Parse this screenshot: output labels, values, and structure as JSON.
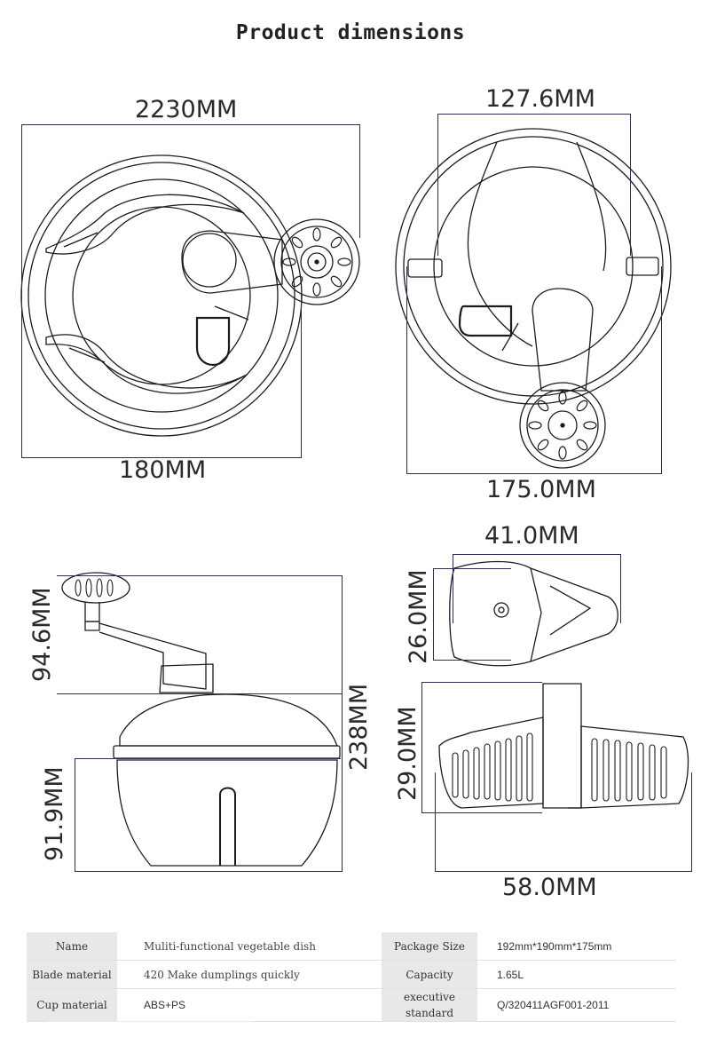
{
  "title": "Product dimensions",
  "dimensions": {
    "top_width": "2230MM",
    "top_bottom": "180MM",
    "right_top": "127.6MM",
    "right_bottom": "175.0MM",
    "side_handle": "94.6MM",
    "side_total": "238MM",
    "side_bowl": "91.9MM",
    "blade_width": "41.0MM",
    "blade_height": "26.0MM",
    "basket_height": "29.0MM",
    "basket_width": "58.0MM"
  },
  "specs": {
    "name_label": "Name",
    "name_value": "Muliti-functional vegetable dish",
    "package_label": "Package Size",
    "package_value": "192mm*190mm*175mm",
    "blade_label": "Blade material",
    "blade_value": "420 Make dumplings quickly",
    "capacity_label": "Capacity",
    "capacity_value": "1.65L",
    "cup_label": "Cup material",
    "cup_value": "ABS+PS",
    "standard_label": "executive standard",
    "standard_value": "Q/320411AGF001-2011"
  }
}
